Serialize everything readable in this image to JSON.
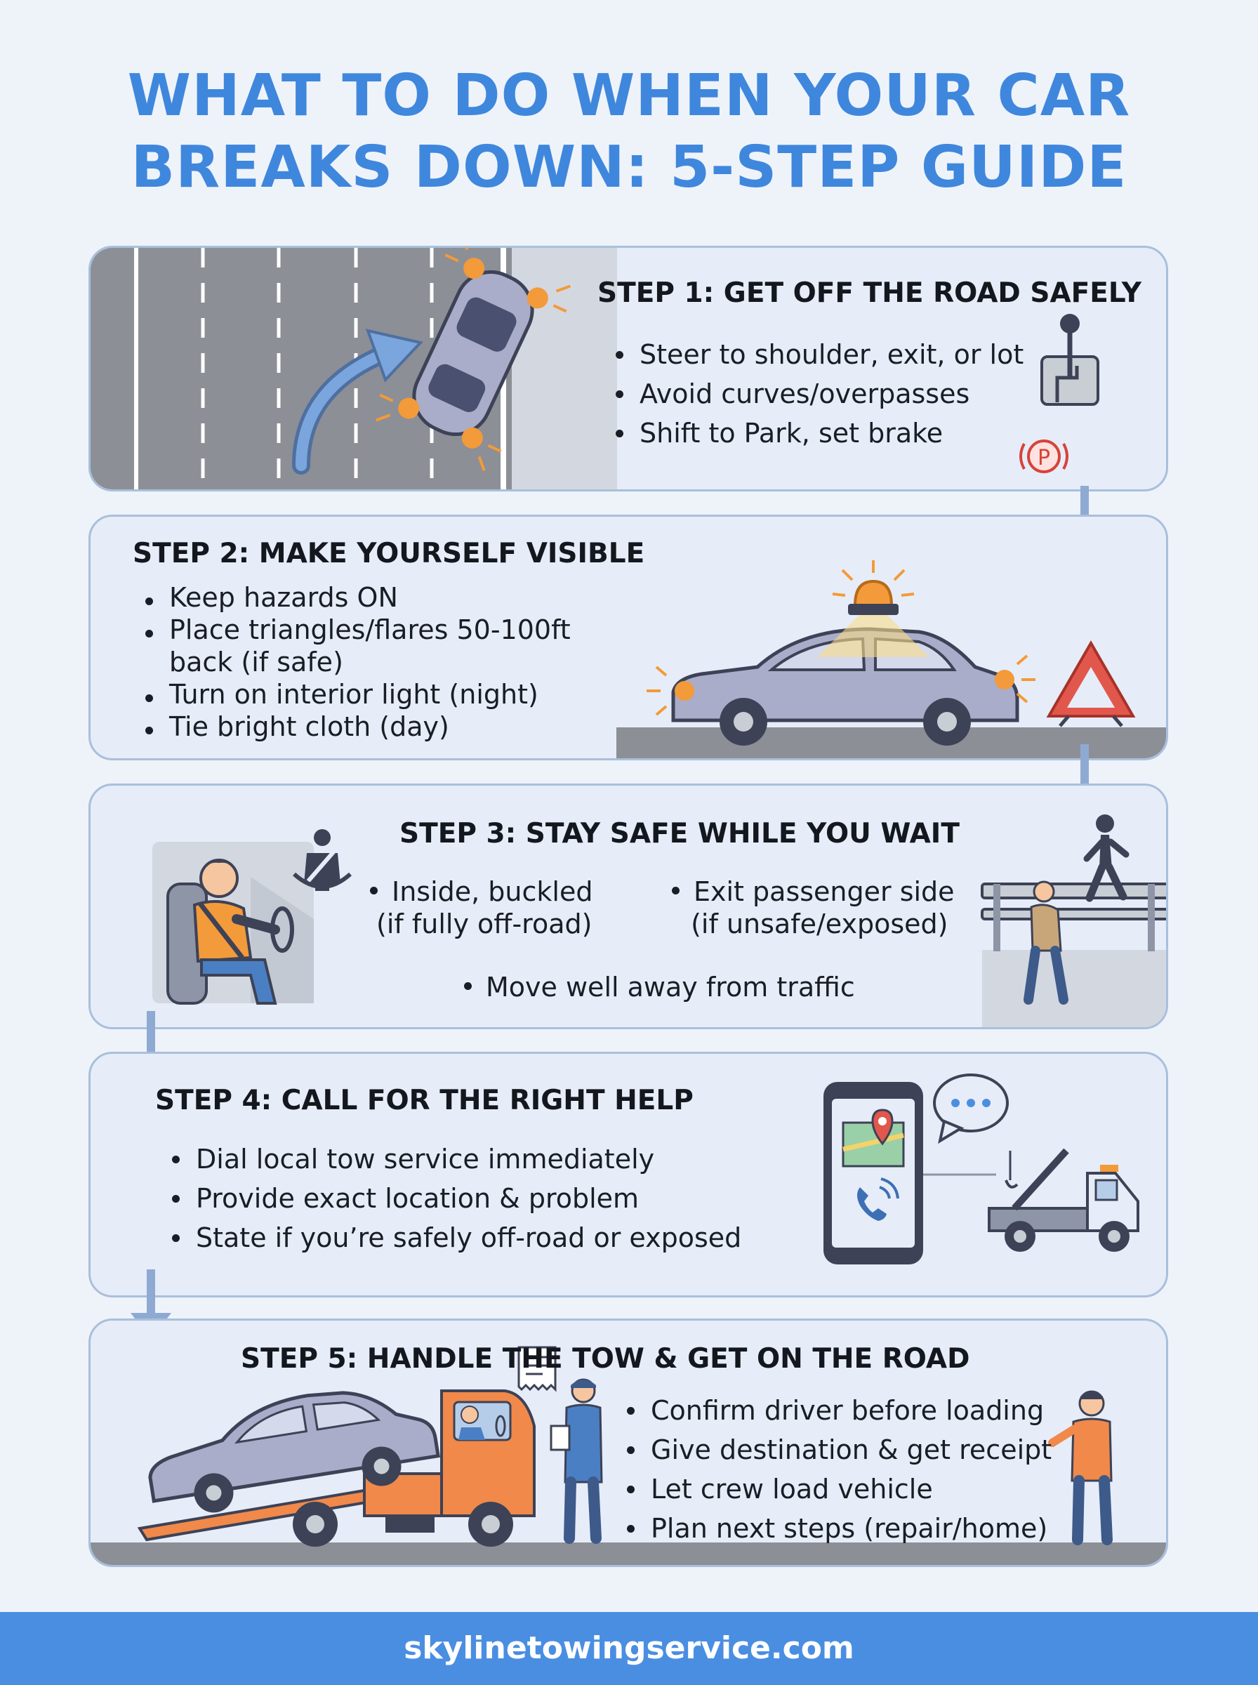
{
  "title": {
    "line1": "WHAT TO DO WHEN YOUR CAR",
    "line2": "BREAKS DOWN: 5-STEP GUIDE"
  },
  "steps": [
    {
      "title": "STEP 1: GET OFF THE ROAD SAFELY",
      "bullets": [
        "Steer to shoulder, exit, or lot",
        "Avoid curves/overpasses",
        "Shift to Park, set brake"
      ],
      "icons": [
        "road-icon",
        "car-with-hazards-icon",
        "curved-arrow-icon",
        "gear-shifter-icon",
        "parking-brake-icon"
      ]
    },
    {
      "title": "STEP 2: MAKE YOURSELF VISIBLE",
      "bullets": [
        "Keep hazards ON",
        "Place triangles/flares 50-100ft",
        "Turn on interior light (night)",
        "Tie bright cloth (day)"
      ],
      "bullet_continuation": "back (if safe)",
      "icons": [
        "beacon-light-icon",
        "car-side-icon",
        "warning-triangle-icon"
      ]
    },
    {
      "title": "STEP 3: STAY SAFE WHILE YOU WAIT",
      "left_bullet": [
        "Inside, buckled",
        "(if fully off-road)"
      ],
      "right_bullet": [
        "Exit passenger side",
        "(if unsafe/exposed)"
      ],
      "bottom_bullet": "Move well away from traffic",
      "icons": [
        "seated-driver-icon",
        "seatbelt-icon",
        "guardrail-icon",
        "walking-person-icon"
      ]
    },
    {
      "title": "STEP 4: CALL FOR THE RIGHT HELP",
      "bullets": [
        "Dial local tow service immediately",
        "Provide exact location & problem",
        "State if you’re safely off-road or exposed"
      ],
      "icons": [
        "smartphone-icon",
        "map-pin-icon",
        "phone-call-icon",
        "chat-bubble-icon",
        "tow-truck-icon"
      ]
    },
    {
      "title": "STEP 5: HANDLE THE TOW & GET ON THE ROAD",
      "bullets": [
        "Confirm driver before loading",
        "Give destination & get receipt",
        "Let crew load vehicle",
        "Plan next steps (repair/home)"
      ],
      "icons": [
        "flatbed-truck-icon",
        "car-icon",
        "receipt-icon",
        "tow-worker-icon",
        "customer-icon"
      ]
    }
  ],
  "footer": {
    "url": "skylinetowingservice.com"
  },
  "colors": {
    "title": "#3f87dd",
    "card_bg": "#e6edf8",
    "card_border": "#a9bfdc",
    "hazard": "#f39a3a",
    "footer_bg": "#4a8ee2",
    "arrow": "#8faad2"
  }
}
